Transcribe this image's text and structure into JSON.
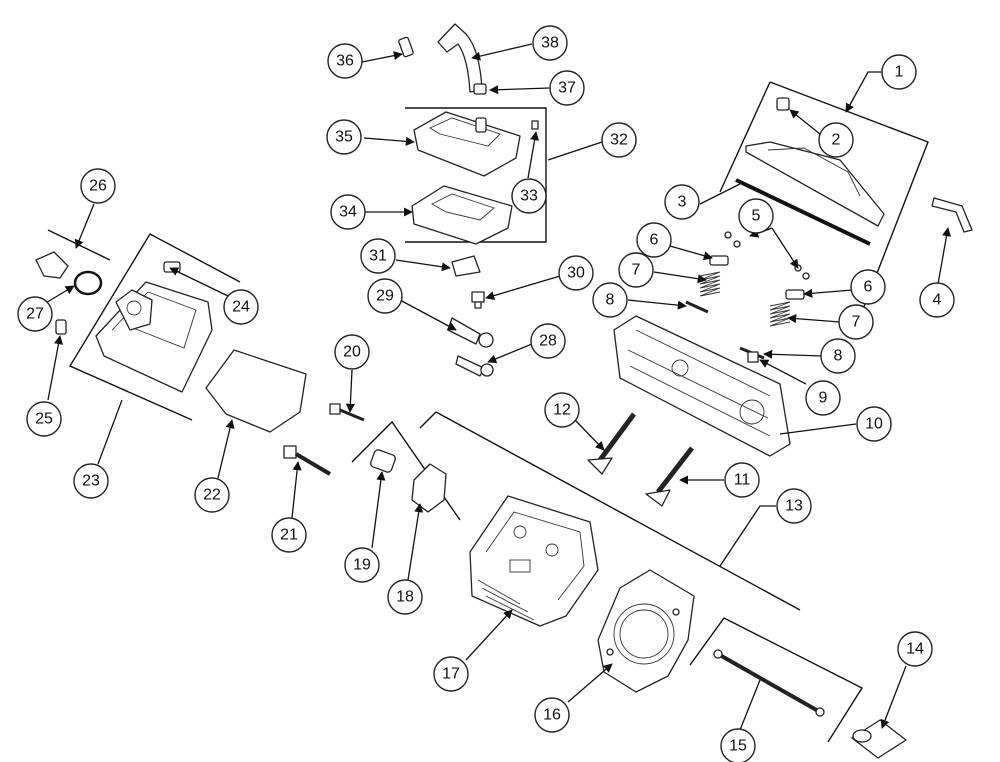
{
  "callouts": [
    {
      "label": "1"
    },
    {
      "label": "2"
    },
    {
      "label": "3"
    },
    {
      "label": "4"
    },
    {
      "label": "5"
    },
    {
      "label": "6"
    },
    {
      "label": "6"
    },
    {
      "label": "7"
    },
    {
      "label": "7"
    },
    {
      "label": "8"
    },
    {
      "label": "8"
    },
    {
      "label": "9"
    },
    {
      "label": "10"
    },
    {
      "label": "11"
    },
    {
      "label": "12"
    },
    {
      "label": "13"
    },
    {
      "label": "14"
    },
    {
      "label": "15"
    },
    {
      "label": "16"
    },
    {
      "label": "17"
    },
    {
      "label": "18"
    },
    {
      "label": "19"
    },
    {
      "label": "20"
    },
    {
      "label": "21"
    },
    {
      "label": "22"
    },
    {
      "label": "23"
    },
    {
      "label": "24"
    },
    {
      "label": "25"
    },
    {
      "label": "26"
    },
    {
      "label": "27"
    },
    {
      "label": "28"
    },
    {
      "label": "29"
    },
    {
      "label": "30"
    },
    {
      "label": "31"
    },
    {
      "label": "32"
    },
    {
      "label": "33"
    },
    {
      "label": "34"
    },
    {
      "label": "35"
    },
    {
      "label": "36"
    },
    {
      "label": "37"
    },
    {
      "label": "38"
    }
  ]
}
